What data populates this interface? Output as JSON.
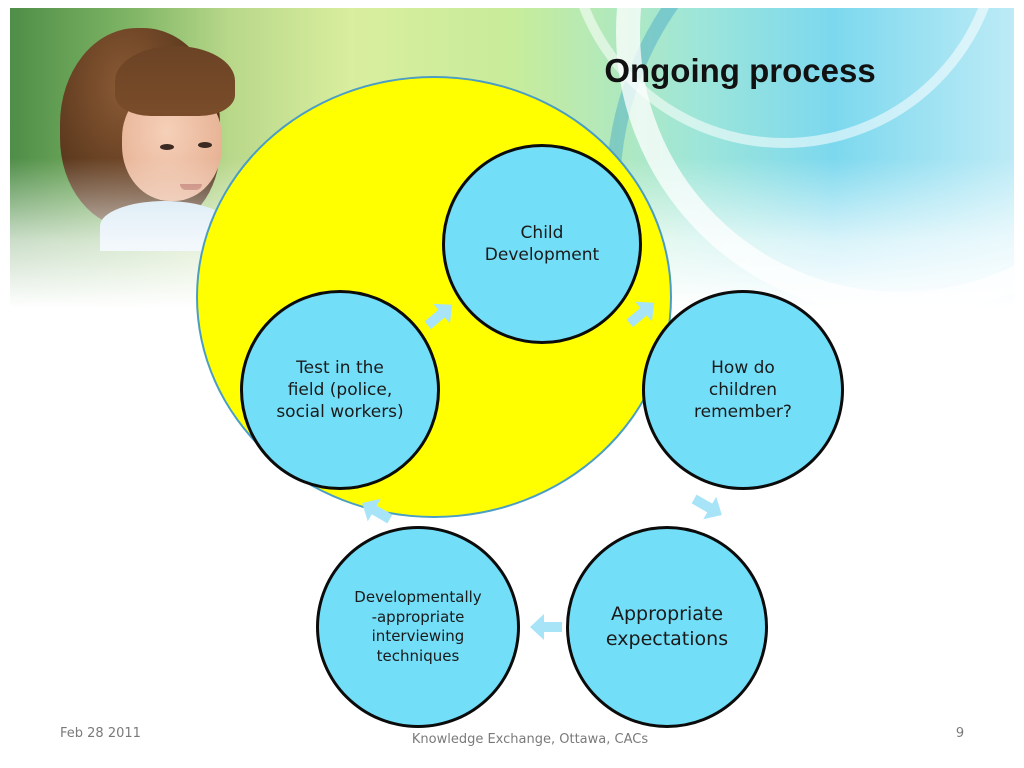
{
  "slide": {
    "title": "Ongoing process",
    "nodes": [
      {
        "id": "child-development",
        "label": "Child\nDevelopment"
      },
      {
        "id": "how-do-children-remember",
        "label": "How do\nchildren\nremember?"
      },
      {
        "id": "appropriate-expectations",
        "label": "Appropriate\nexpectations"
      },
      {
        "id": "interviewing-techniques",
        "label": "Developmentally\n-appropriate\ninterviewing\ntechniques"
      },
      {
        "id": "test-in-field",
        "label": "Test in the\nfield (police,\nsocial workers)"
      }
    ],
    "footer": {
      "date": "Feb 28 2011",
      "center": "Knowledge Exchange, Ottawa, CACs",
      "page": "9"
    }
  },
  "colors": {
    "node_fill": "#72def8",
    "node_border": "#0b0b0b",
    "highlight_fill": "#ffff00",
    "arrow_fill": "#a8e4f8"
  }
}
